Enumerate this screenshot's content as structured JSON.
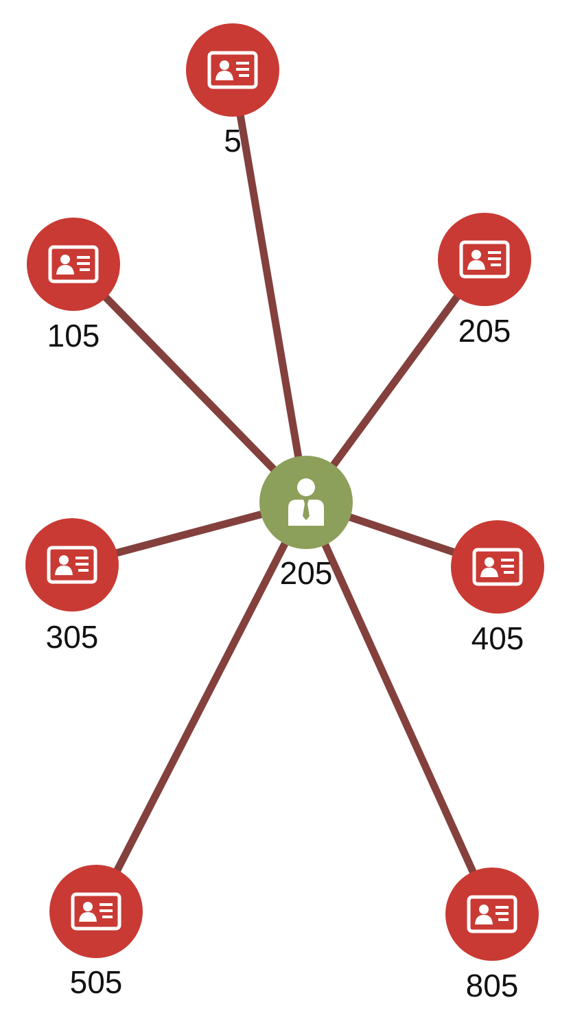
{
  "graph": {
    "colors": {
      "edge": "#83403D",
      "card_node_fill": "#C93A34",
      "person_node_fill": "#8DA05B",
      "icon": "#FFFFFF",
      "label_text": "#111111"
    },
    "center": {
      "id": "center",
      "label": "205",
      "icon": "person-icon"
    },
    "nodes": [
      {
        "id": "n5",
        "label": "5",
        "icon": "id-card-icon"
      },
      {
        "id": "n105",
        "label": "105",
        "icon": "id-card-icon"
      },
      {
        "id": "n205",
        "label": "205",
        "icon": "id-card-icon"
      },
      {
        "id": "n305",
        "label": "305",
        "icon": "id-card-icon"
      },
      {
        "id": "n405",
        "label": "405",
        "icon": "id-card-icon"
      },
      {
        "id": "n505",
        "label": "505",
        "icon": "id-card-icon"
      },
      {
        "id": "n805",
        "label": "805",
        "icon": "id-card-icon"
      }
    ],
    "edges": [
      {
        "from": "center",
        "to": "n5"
      },
      {
        "from": "center",
        "to": "n105"
      },
      {
        "from": "center",
        "to": "n205"
      },
      {
        "from": "center",
        "to": "n305"
      },
      {
        "from": "center",
        "to": "n405"
      },
      {
        "from": "center",
        "to": "n505"
      },
      {
        "from": "center",
        "to": "n805"
      }
    ]
  }
}
